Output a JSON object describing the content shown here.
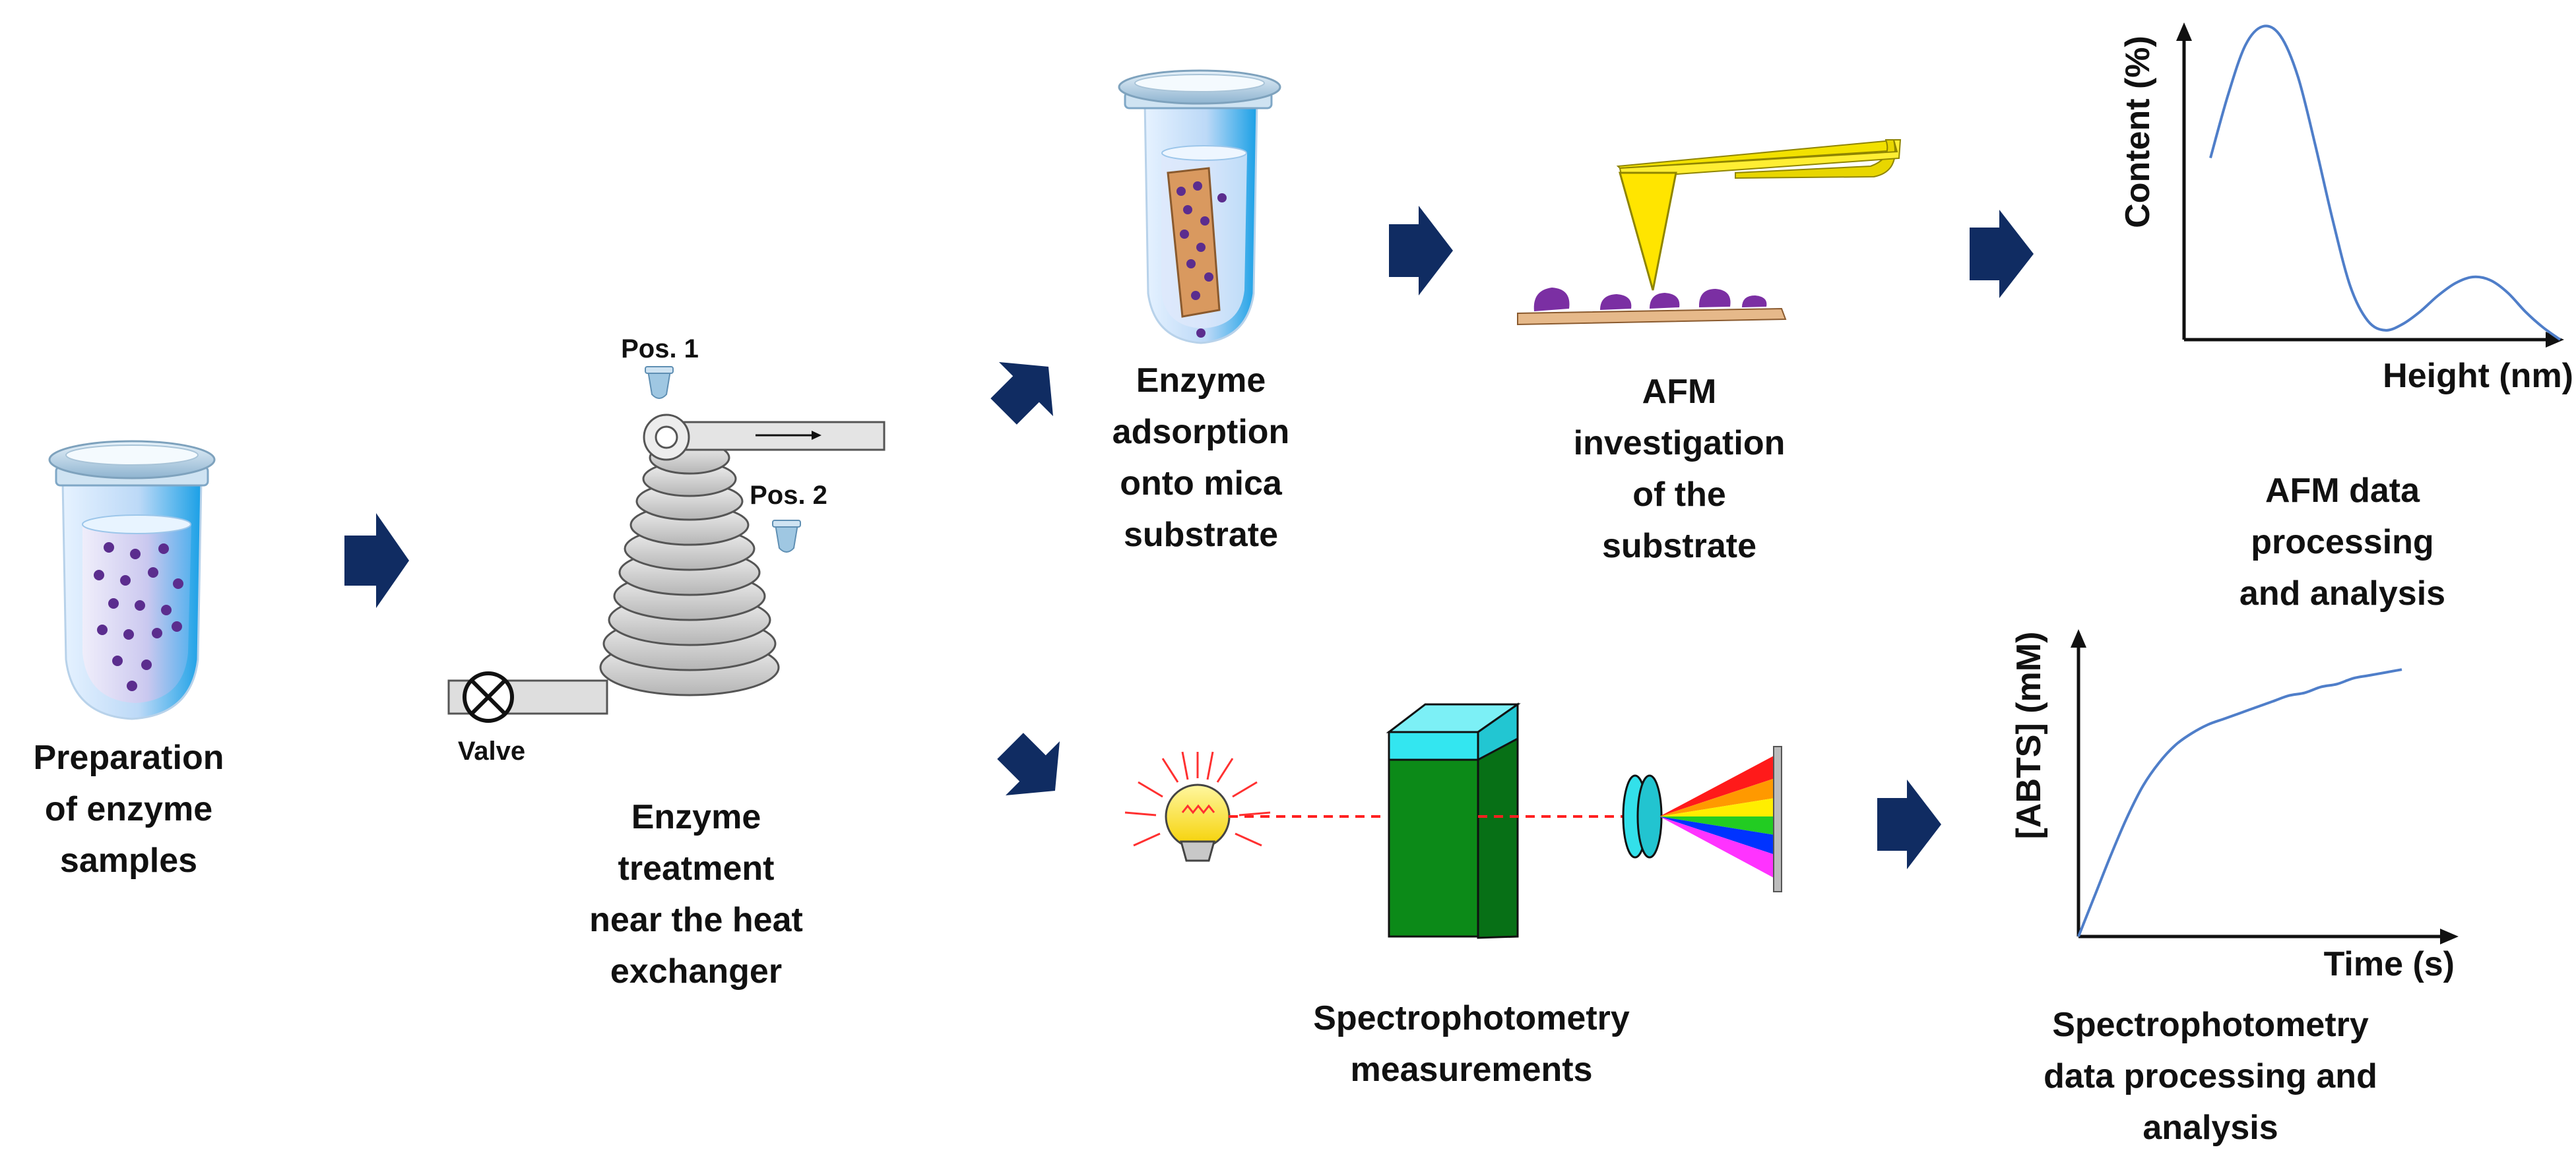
{
  "labels": {
    "preparation": [
      "Preparation",
      "of enzyme",
      "samples"
    ],
    "treatment": [
      "Enzyme",
      "treatment",
      "near the heat",
      "exchanger"
    ],
    "adsorption": [
      "Enzyme",
      "adsorption",
      "onto mica",
      "substrate"
    ],
    "afm_investigation": [
      "AFM",
      "investigation",
      "of the",
      "substrate"
    ],
    "afm_data": [
      "AFM data",
      "processing",
      "and analysis"
    ],
    "spectro_measurements": [
      "Spectrophotometry",
      "measurements"
    ],
    "spectro_data": [
      "Spectrophotometry",
      "data processing and",
      "analysis"
    ],
    "pos1": "Pos. 1",
    "pos2": "Pos. 2",
    "valve": "Valve"
  },
  "colors": {
    "arrow": "#102c62",
    "curve": "#4f7ec9",
    "axis": "#111111"
  },
  "chart_data": [
    {
      "type": "line",
      "xlabel": "Height (nm)",
      "ylabel": "Content (%)",
      "x": [
        0,
        0.5,
        1,
        1.5,
        2,
        2.5,
        3,
        3.5,
        4,
        4.5,
        5,
        5.5,
        6,
        6.5,
        7,
        7.5,
        8,
        8.5,
        9,
        9.5,
        10
      ],
      "series": [
        {
          "values": [
            58,
            78,
            94,
            100,
            97,
            84,
            62,
            38,
            17,
            6,
            3,
            5,
            9,
            14,
            18,
            20,
            19,
            15,
            9,
            4,
            0
          ]
        }
      ],
      "xlim": [
        0,
        10
      ],
      "ylim": [
        0,
        100
      ],
      "grid": false,
      "ticks": false
    },
    {
      "type": "line",
      "xlabel": "Time (s)",
      "ylabel": "[ABTS] (mM)",
      "x": [
        0,
        0.5,
        1,
        1.5,
        2,
        2.5,
        3,
        3.5,
        4,
        4.5,
        5,
        5.5,
        6,
        6.5,
        7,
        7.5,
        8,
        8.5,
        9,
        9.5,
        10
      ],
      "series": [
        {
          "values": [
            0,
            14,
            28,
            41,
            52,
            60,
            66,
            70,
            73,
            75,
            77,
            79,
            81,
            83,
            84,
            86,
            87,
            89,
            90,
            91,
            92
          ]
        }
      ],
      "xlim": [
        0,
        10
      ],
      "ylim": [
        0,
        100
      ],
      "grid": false,
      "ticks": false
    }
  ]
}
